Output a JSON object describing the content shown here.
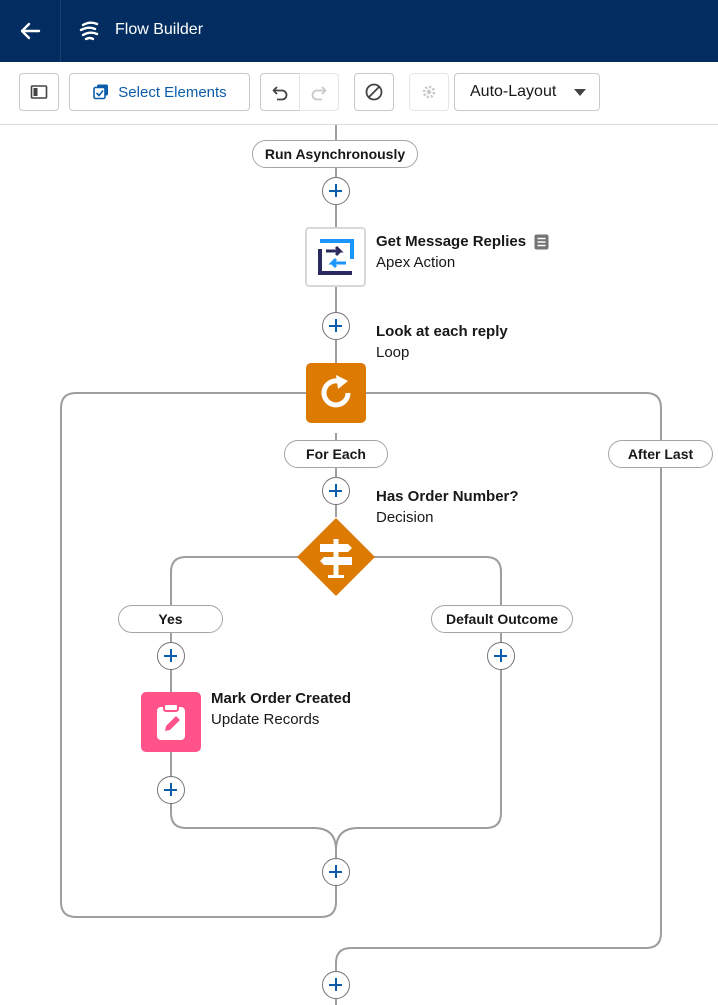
{
  "header": {
    "back_icon": "arrow-left-icon",
    "app_icon": "flow-icon",
    "title": "Flow Builder",
    "background": "#032d60"
  },
  "toolbar": {
    "panel_toggle_icon": "panel-left-icon",
    "select_elements_label": "Select Elements",
    "select_elements_icon": "select-multiple-icon",
    "undo_icon": "undo-icon",
    "redo_icon": "redo-icon",
    "redo_enabled": false,
    "clear_icon": "ban-icon",
    "settings_icon": "gear-icon",
    "settings_enabled": false,
    "layout_mode": "Auto-Layout",
    "layout_dropdown_icon": "caret-down-icon"
  },
  "flow": {
    "start_path_label": "Run Asynchronously",
    "get_replies": {
      "title": "Get Message Replies",
      "subtitle": "Apex Action",
      "icon": "apex-action-icon",
      "description_icon": "document-icon"
    },
    "loop": {
      "title": "Look at each reply",
      "subtitle": "Loop",
      "icon": "loop-icon",
      "color": "#dd7a01",
      "for_each_label": "For Each",
      "after_last_label": "After Last"
    },
    "decision": {
      "title": "Has Order Number?",
      "subtitle": "Decision",
      "icon": "signpost-icon",
      "color": "#dd7a01",
      "yes_label": "Yes",
      "default_label": "Default Outcome"
    },
    "update": {
      "title": "Mark Order Created",
      "subtitle": "Update Records",
      "icon": "clipboard-edit-icon",
      "color": "#ff538a"
    }
  },
  "colors": {
    "accent": "#0b5cab",
    "connector": "#9e9e9e"
  }
}
